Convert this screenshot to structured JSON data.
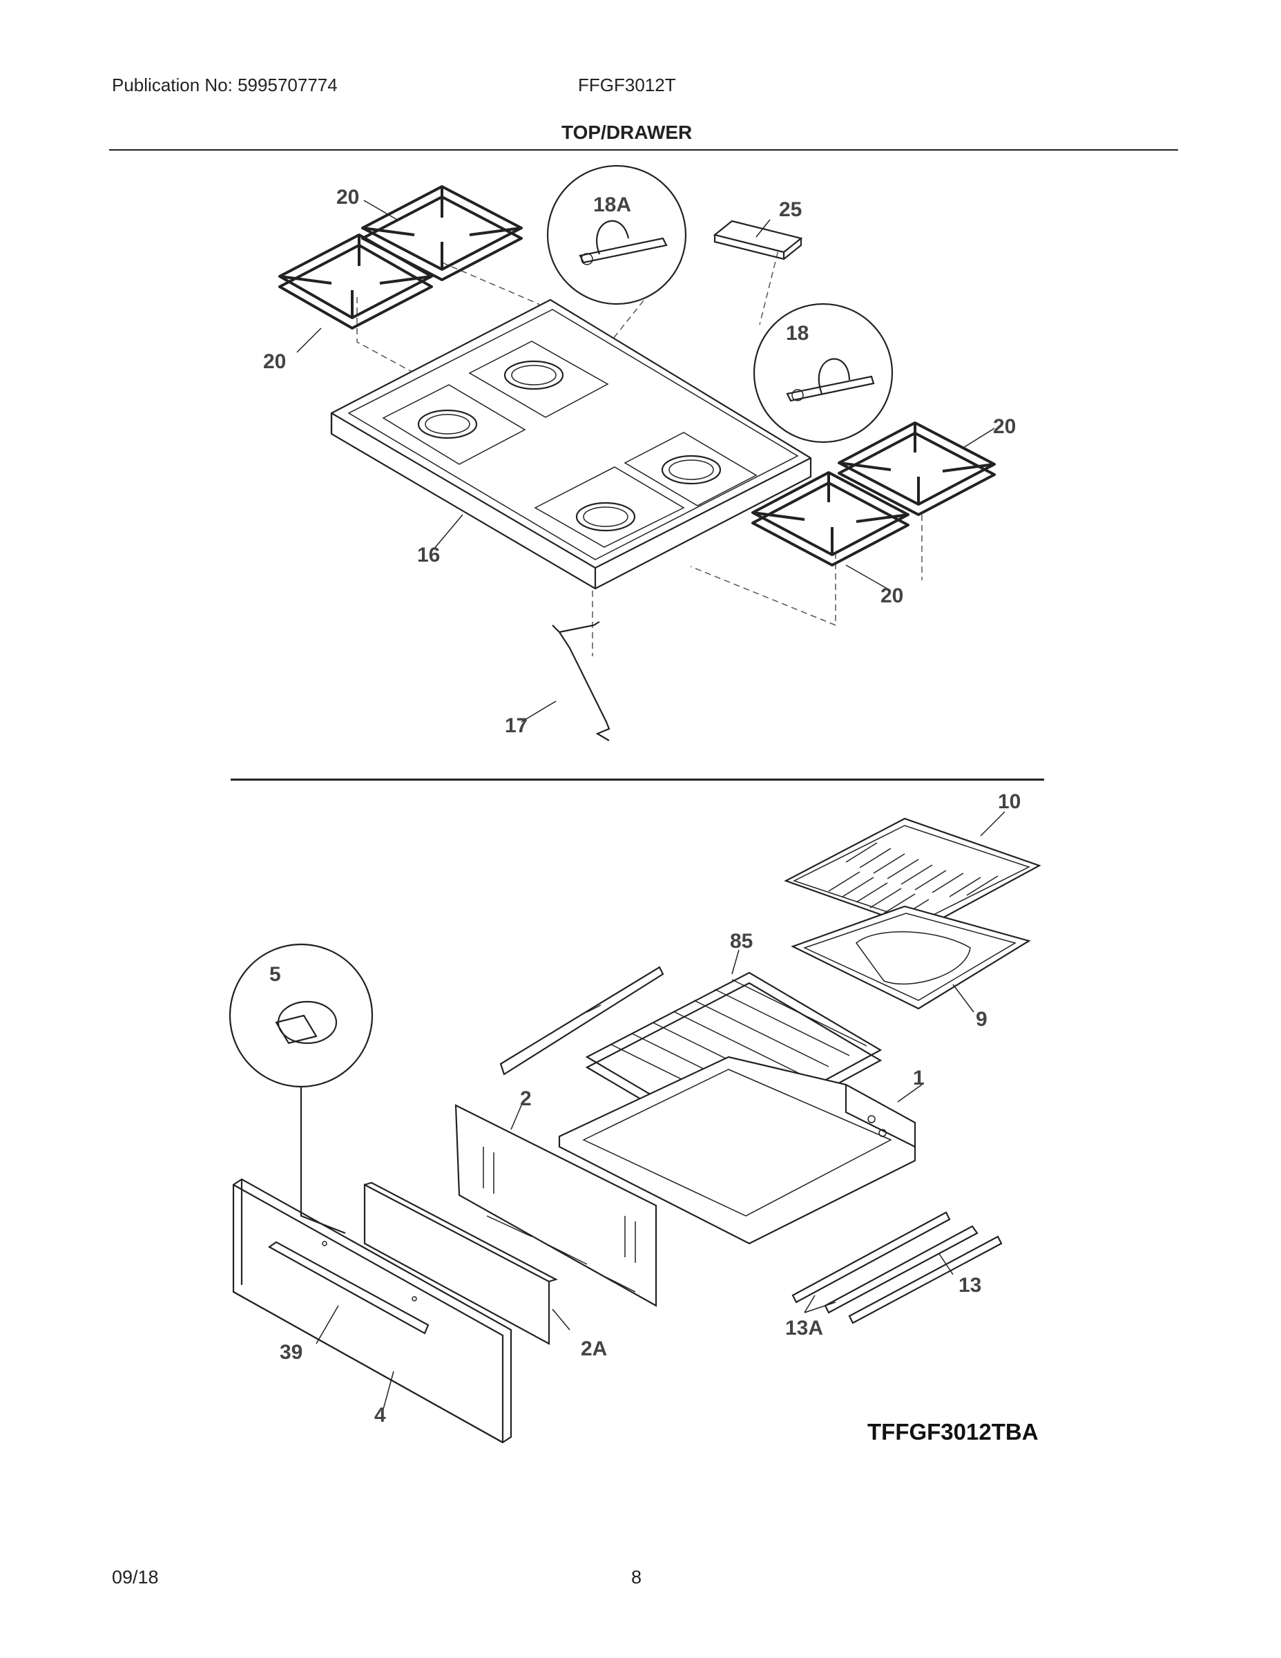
{
  "header": {
    "publication": "Publication No: 5995707774",
    "model": "FFGF3012T",
    "section_title": "TOP/DRAWER"
  },
  "footer": {
    "date": "09/18",
    "page": "8"
  },
  "diagram": {
    "code": "TFFGF3012TBA",
    "callouts": {
      "c20a": "20",
      "c20b": "20",
      "c20c": "20",
      "c20d": "20",
      "c18a": "18A",
      "c18": "18",
      "c25": "25",
      "c16": "16",
      "c17": "17",
      "c10": "10",
      "c85": "85",
      "c9": "9",
      "c5": "5",
      "c1": "1",
      "c2": "2",
      "c2a": "2A",
      "c13": "13",
      "c13a": "13A",
      "c39": "39",
      "c4": "4"
    }
  }
}
